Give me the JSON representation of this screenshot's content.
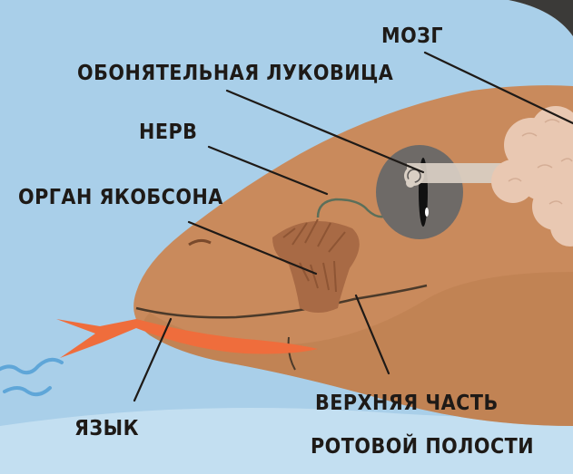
{
  "labels": {
    "brain": "МОЗГ",
    "olfactory_bulb": "ОБОНЯТЕЛЬНАЯ ЛУКОВИЦА",
    "nerve": "НЕРВ",
    "jacobson_organ": "ОРГАН ЯКОБСОНА",
    "tongue": "ЯЗЫК",
    "upper_mouth_line1": "ВЕРХНЯЯ ЧАСТЬ",
    "upper_mouth_line2": "РОТОВОЙ ПОЛОСТИ"
  },
  "colors": {
    "sky": "#a9cfe9",
    "background": "#f3efe2",
    "head": "#c98a5c",
    "head_shade": "#b87a4c",
    "tongue": "#ef6d3c",
    "eye": "#6e6a67",
    "brain": "#e9c8b2",
    "ink": "#1e1a17"
  }
}
